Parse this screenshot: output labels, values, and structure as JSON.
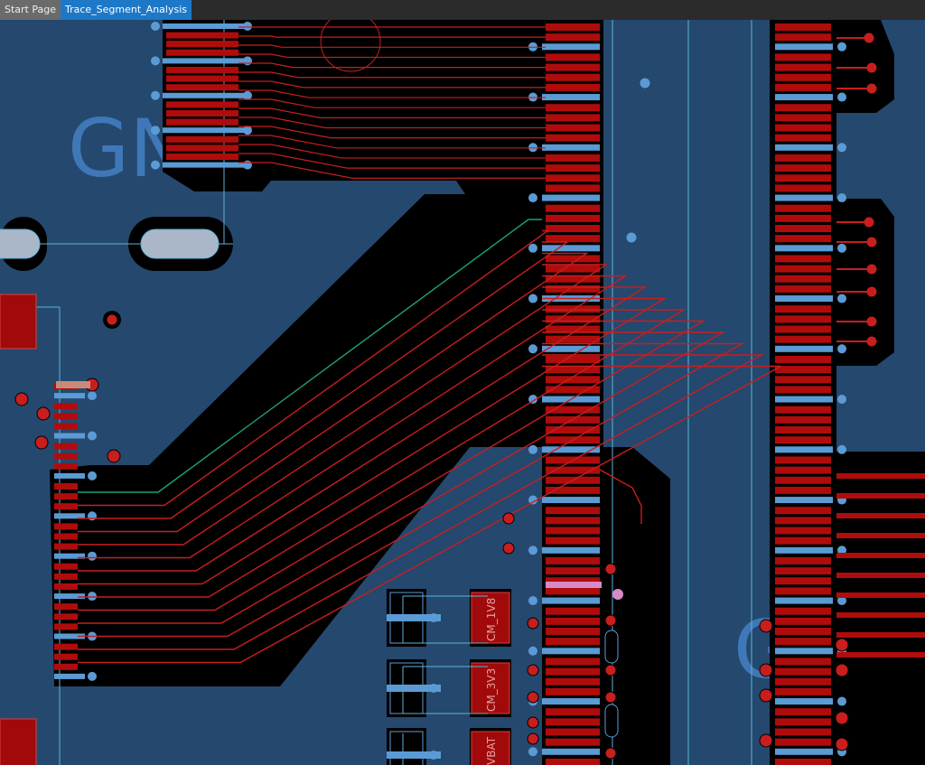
{
  "tabs": [
    {
      "label": "Start Page",
      "active": false
    },
    {
      "label": "Trace_Segment_Analysis",
      "active": true
    }
  ],
  "board": {
    "net_labels": {
      "gnd_left": "GN",
      "gnd_right": "GND",
      "cm_1v8": "CM_1V8",
      "cm_3v3": "CM_3V3",
      "vbat": "VBAT"
    },
    "colors": {
      "pour": "#25486e",
      "copper_clearance": "#000000",
      "trace_top": "#c81e1e",
      "pad_bottom": "#5b9bd5",
      "board_outline": "#5ab4d8",
      "selected_trace": "#1fa07a",
      "highlight_pad": "#d88ac8"
    }
  }
}
